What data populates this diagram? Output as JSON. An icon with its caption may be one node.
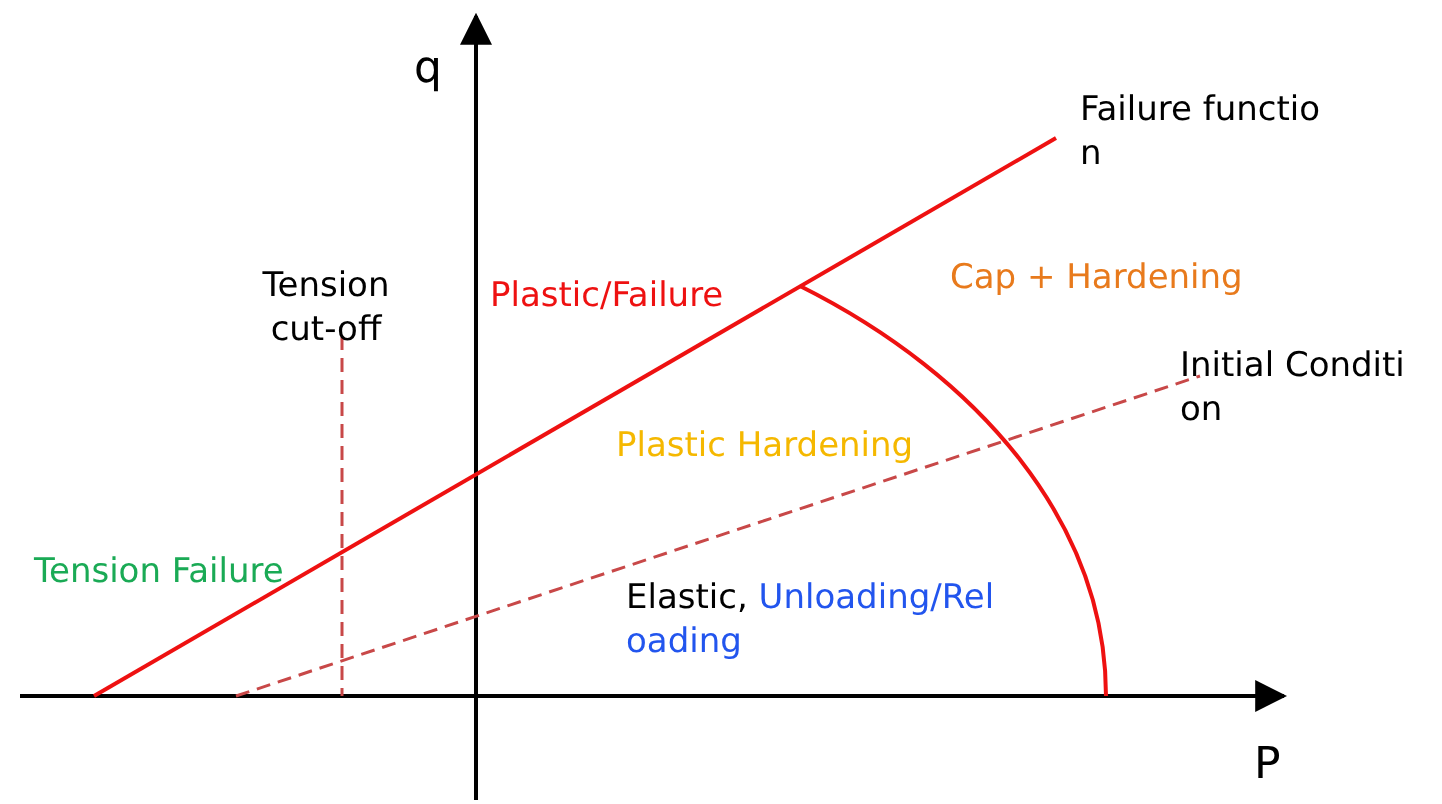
{
  "diagram": {
    "labels": [
      "q",
      "Failure function",
      "Tension cut-off",
      "Plastic/Failure",
      "Cap + Hardening",
      "Initial Condition",
      "Plastic Hardening",
      "Tension Failure",
      "Elastic,",
      "Unloading/Reloading",
      "P"
    ]
  }
}
